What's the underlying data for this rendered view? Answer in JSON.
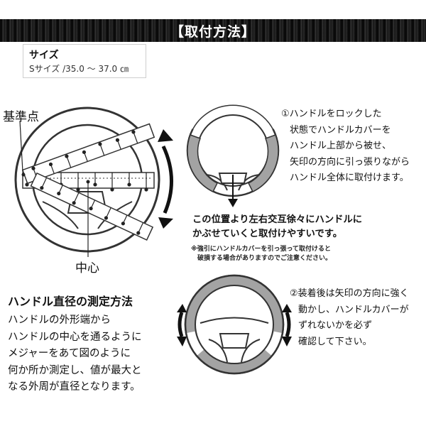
{
  "header": {
    "title": "【取付方法】"
  },
  "size_box": {
    "heading": "サイズ",
    "range": "Sサイズ /35.0 ～ 37.0 ㎝"
  },
  "diagram_left": {
    "reference_point_label": "基準点",
    "center_label": "中心"
  },
  "step1": {
    "lines": [
      "①ハンドルをロックした",
      "状態でハンドルカバーを",
      "ハンドル上部から被せ、",
      "矢印の方向に引っ張りながら",
      "ハンドル全体に取付けます。"
    ]
  },
  "tip": {
    "lines": [
      "この位置より左右交互徐々にハンドルに",
      "かぶせていくと取付けやすいです。"
    ]
  },
  "note": {
    "lines": [
      "※強引にハンドルカバーを引っ張って取付けると",
      "　破損する場合がありますのでご注意ください。"
    ]
  },
  "measure": {
    "heading": "ハンドル直径の測定方法",
    "lines": [
      "ハンドルの外形端から",
      "ハンドルの中心を通るように",
      "メジャーをあて図のように",
      "何か所か測定し、値が最大と",
      "なる外周が直径となります。"
    ]
  },
  "step2": {
    "lines": [
      "②装着後は矢印の方向に強く",
      "動かし、ハンドルカバーが",
      "ずれないかを必ず",
      "確認して下さい。"
    ]
  },
  "colors": {
    "banner": "#111111",
    "cover_gray": "#a3a3a3",
    "outline": "#333333"
  }
}
